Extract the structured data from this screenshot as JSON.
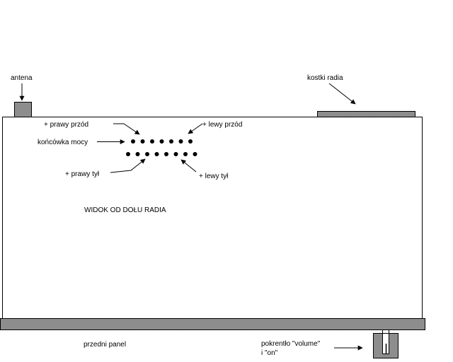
{
  "diagram": {
    "title": "WIDOK OD DOŁU RADIA",
    "labels": {
      "antenna": "antena",
      "radio_connectors": "kostki radia",
      "front_right_plus": "+ prawy przód",
      "front_left_plus": "+ lewy przód",
      "power_amp_output": "końcówka mocy",
      "rear_right_plus": "+  prawy tył",
      "rear_left_plus": "+ lewy tył",
      "front_panel": "przedni panel",
      "volume_knob_line1": "pokrentło \"volume\"",
      "volume_knob_line2": "i \"on\""
    },
    "connector": {
      "top_row_pins": 7,
      "bottom_row_pins": 8
    },
    "colors": {
      "line": "#000000",
      "hatch_fill": "#8c8c8c",
      "background": "#ffffff"
    }
  }
}
